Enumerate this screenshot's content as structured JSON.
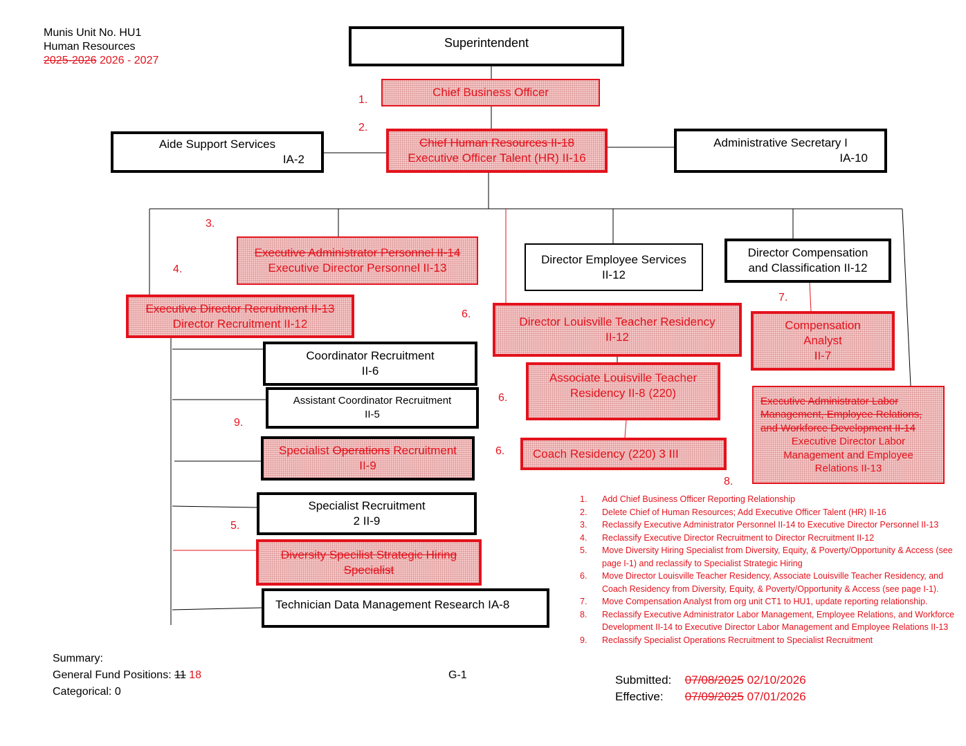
{
  "header": {
    "line1": "Munis Unit No. HU1",
    "line2": "Human Resources",
    "old_year": "2025-2026",
    "new_year": "2026 - 2027"
  },
  "boxes": {
    "superintendent": "Superintendent",
    "cbo": "Chief Business Officer",
    "chr_old": "Chief Human Resources II-18",
    "chr_new": "Executive Officer Talent (HR) II-16",
    "aide_l1": "Aide Support Services",
    "aide_l2": "IA-2",
    "admin_l1": "Administrative Secretary I",
    "admin_l2": "IA-10",
    "ea_old": "Executive Administrator Personnel II-14",
    "ea_new": "Executive Director Personnel II-13",
    "edr_old": "Executive Director Recruitment  II-13",
    "edr_new": "Director Recruitment   II-12",
    "des_l1": "Director Employee Services",
    "des_l2": "II-12",
    "dcc_l1": "Director Compensation",
    "dcc_l2": "and Classification    II-12",
    "dltr_l1": "Director Louisville Teacher Residency",
    "dltr_l2": "II-12",
    "ca_l1": "Compensation",
    "ca_l2": "Analyst",
    "ca_l3": "II-7",
    "altr_l1": "Associate Louisville Teacher",
    "altr_l2": "Residency II-8 (220)",
    "coach": "Coach Residency (220) 3   III",
    "labor_old": "Executive Administrator Labor Management, Employee Relations, and Workforce Development II-14",
    "labor_new": "Executive Director Labor Management and Employee Relations II-13",
    "coord_l1": "Coordinator Recruitment",
    "coord_l2": "II-6",
    "asst_l1": "Assistant Coordinator Recruitment",
    "asst_l2": "II-5",
    "sor_a": "Specialist ",
    "sor_strike": "Operations",
    "sor_b": " Recruitment",
    "sor_l2": "II-9",
    "sr_l1": "Specialist Recruitment",
    "sr_l2": "2     II-9",
    "div_strike": "Diversity",
    "div_a": " Specilist Strategic Hiring",
    "div_l2": "Specialist",
    "tech": "Technician Data Management Research  IA-8"
  },
  "markers": {
    "m1": "1.",
    "m2": "2.",
    "m3": "3.",
    "m4": "4.",
    "m5": "5.",
    "m6a": "6.",
    "m6b": "6.",
    "m6c": "6.",
    "m7": "7.",
    "m8": "8.",
    "m9": "9."
  },
  "notes": [
    {
      "n": "1.",
      "text": "Add Chief Business Officer Reporting Relationship"
    },
    {
      "n": "2.",
      "text": "Delete Chief of Human Resources; Add Executive Officer Talent (HR) II-16"
    },
    {
      "n": "3.",
      "text": "Reclassify Executive Administrator Personnel II-14 to Executive Director Personnel II-13"
    },
    {
      "n": "4.",
      "text": "Reclassify Executive Director Recruitment to Director Recruitment II-12"
    },
    {
      "n": "5.",
      "text": "Move Diversity Hiring Specialist from Diversity, Equity, & Poverty/Opportunity & Access (see page I-1) and reclassify to Specialist Strategic Hiring"
    },
    {
      "n": "6.",
      "text": "Move Director Louisville Teacher Residency, Associate Louisville Teacher Residency, and Coach Residency from Diversity, Equity, & Poverty/Opportunity & Access (see page I-1)."
    },
    {
      "n": "7.",
      "text": "Move Compensation Analyst from org unit CT1 to HU1, update reporting relationship."
    },
    {
      "n": "8.",
      "text": "Reclassify Executive Administrator Labor Management, Employee Relations, and Workforce Development II-14 to Executive Director Labor Management and Employee Relations II-13"
    },
    {
      "n": "9.",
      "text": "Reclassify Specialist Operations Recruitment to Specialist Recruitment"
    }
  ],
  "summary": {
    "title": "Summary:",
    "gf_label": "General Fund Positions:",
    "gf_old": "11",
    "gf_new": "18",
    "cat_label": "Categorical:",
    "cat_value": "0"
  },
  "page_id": "G-1",
  "dates": {
    "submitted_label": "Submitted:",
    "submitted_old": "07/08/2025",
    "submitted_new": "02/10/2026",
    "effective_label": "Effective:",
    "effective_old": "07/09/2025",
    "effective_new": "07/01/2026"
  }
}
